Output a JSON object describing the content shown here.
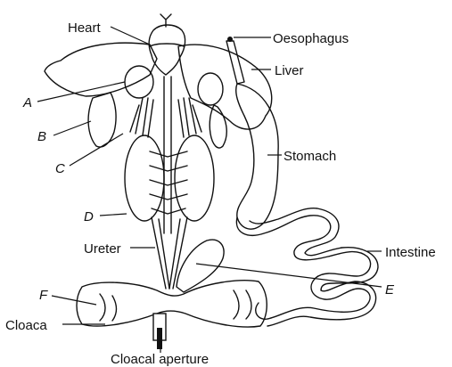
{
  "diagram": {
    "labels": {
      "heart": "Heart",
      "oesophagus": "Oesophagus",
      "liver": "Liver",
      "a": "A",
      "b": "B",
      "c": "C",
      "stomach": "Stomach",
      "d": "D",
      "ureter": "Ureter",
      "intestine": "Intestine",
      "e": "E",
      "f": "F",
      "cloaca": "Cloaca",
      "cloacal_aperture": "Cloacal aperture"
    }
  }
}
